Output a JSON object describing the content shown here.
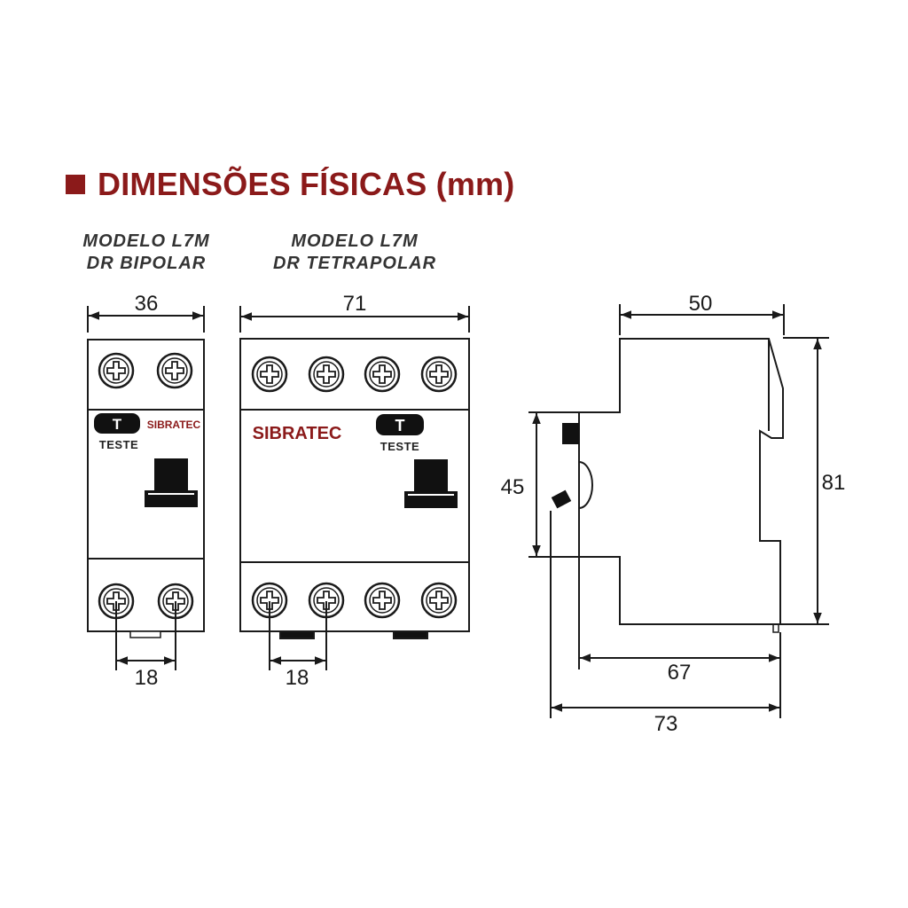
{
  "header": {
    "title": "DIMENSÕES FÍSICAS (mm)"
  },
  "models": [
    {
      "line1": "MODELO L7M",
      "line2": "DR BIPOLAR"
    },
    {
      "line1": "MODELO L7M",
      "line2": "DR TETRAPOLAR"
    }
  ],
  "bipolar": {
    "width": "36",
    "pitch": "18",
    "brand": "SIBRATEC",
    "button": "T",
    "button_label": "TESTE"
  },
  "tetrapolar": {
    "width": "71",
    "pitch": "18",
    "brand": "SIBRATEC",
    "button": "T",
    "button_label": "TESTE"
  },
  "side": {
    "depth_top": "50",
    "front_height": "45",
    "height": "81",
    "depth_body": "67",
    "depth_total": "73"
  },
  "colors": {
    "accent": "#8b1a1a",
    "line": "#1a1a1a",
    "button": "#111111"
  }
}
